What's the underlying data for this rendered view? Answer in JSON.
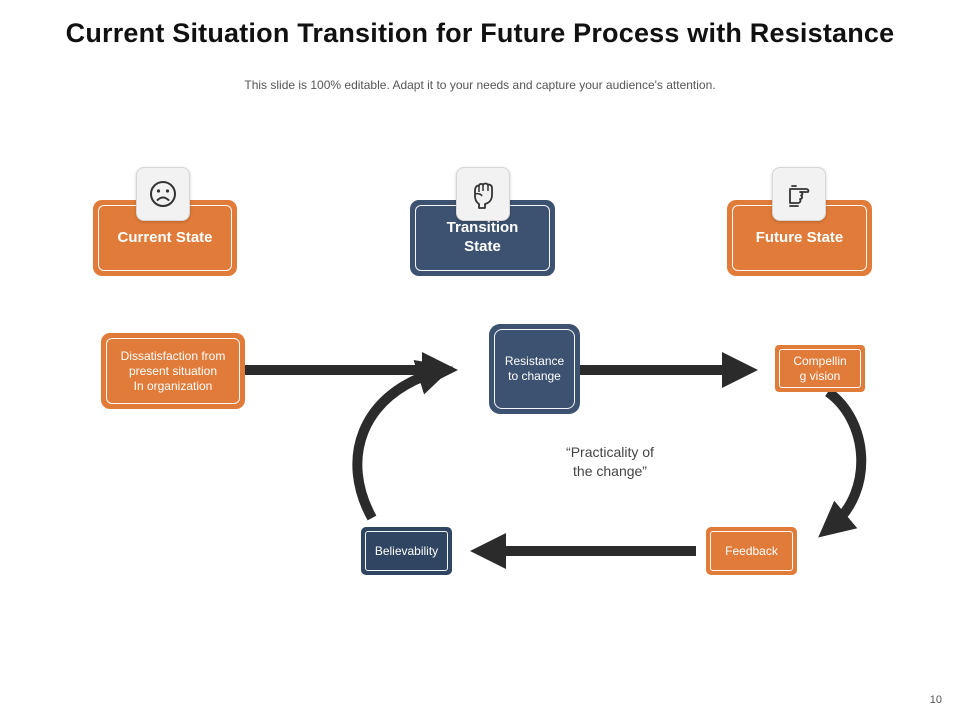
{
  "slide": {
    "title": "Current Situation Transition for Future Process with Resistance",
    "subtitle": "This slide is 100% editable. Adapt it to your needs and capture your audience's attention.",
    "page_number": "10"
  },
  "states": {
    "current": {
      "label": "Current State",
      "icon": "sad-face-icon"
    },
    "transition": {
      "label_line1": "Transition",
      "label_line2": "State",
      "icon": "raised-fist-icon"
    },
    "future": {
      "label": "Future State",
      "icon": "pointing-hand-icon"
    }
  },
  "flow": {
    "dissatisfaction": {
      "line1": "Dissatisfaction from",
      "line2": "present situation",
      "line3": "In organization"
    },
    "resistance": {
      "line1": "Resistance",
      "line2": "to change"
    },
    "compelling": {
      "line1": "Compellin",
      "line2": "g vision"
    },
    "feedback": {
      "label": "Feedback"
    },
    "believability": {
      "label": "Believability"
    },
    "practicality": {
      "line1": "“Practicality of",
      "line2": "the change”"
    }
  },
  "colors": {
    "orange": "#e07b39",
    "navy": "#3d5270",
    "arrow": "#2b2b2b"
  }
}
